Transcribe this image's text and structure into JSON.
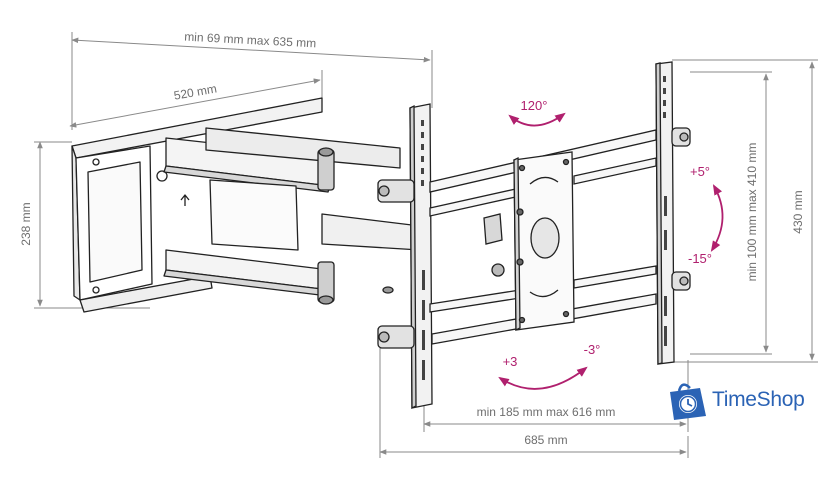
{
  "dimensions": {
    "top_width": "min 69 mm max 635 mm",
    "arm_width": "520 mm",
    "left_height": "238 mm",
    "right_height": "430 mm",
    "vertical_range": "min 100 mm max 410 mm",
    "bottom_range": "min 185 mm max 616 mm",
    "total_width": "685 mm"
  },
  "angles": {
    "swivel": "120°",
    "tilt_up": "+5°",
    "tilt_down": "-15°",
    "level_plus": "+3",
    "level_minus": "-3°"
  },
  "brand": {
    "name": "TimeShop",
    "logo_icon": "clock-shopping-bag-icon"
  },
  "colors": {
    "dimension_line": "#8a8a8a",
    "angle_arrow": "#b0206e",
    "brand": "#2b63b5"
  }
}
